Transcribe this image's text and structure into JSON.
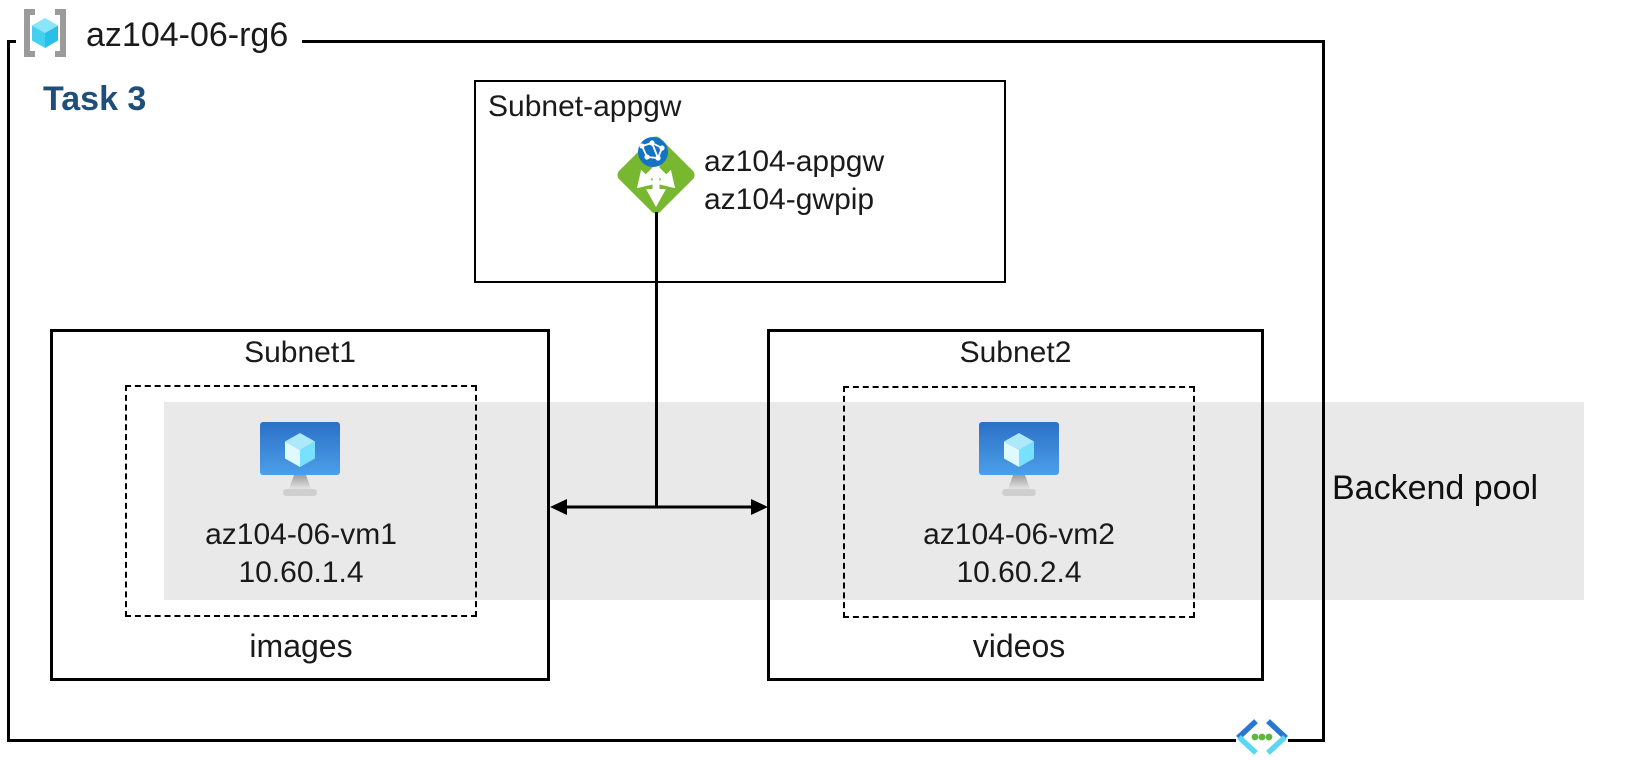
{
  "rg": {
    "name": "az104-06-rg6"
  },
  "task": {
    "label": "Task 3"
  },
  "appgw": {
    "subnet_label": "Subnet-appgw",
    "gateway_name": "az104-appgw",
    "public_ip_name": "az104-gwpip"
  },
  "subnet1": {
    "label": "Subnet1",
    "vm_name": "az104-06-vm1",
    "vm_ip": "10.60.1.4",
    "container": "images"
  },
  "subnet2": {
    "label": "Subnet2",
    "vm_name": "az104-06-vm2",
    "vm_ip": "10.60.2.4",
    "container": "videos"
  },
  "backend_pool": {
    "label": "Backend pool"
  },
  "icons": {
    "resource_group": "resource-group-icon",
    "application_gateway": "application-gateway-icon",
    "virtual_machine": "virtual-machine-icon",
    "virtual_network": "virtual-network-icon"
  },
  "colors": {
    "task_blue": "#1F4E79",
    "band_gray": "#E9E9E9",
    "appgw_green": "#77B830",
    "appgw_globe_blue": "#1473C2",
    "vm_monitor_blue_top": "#2B70C6",
    "vm_monitor_blue_bottom": "#4C9FE9",
    "cube_cyan": "#29BEEC",
    "vnet_blue": "#2878D0",
    "vnet_cyan": "#5CD6F2",
    "vnet_dot_green": "#5CB83C",
    "line_black": "#000000"
  }
}
